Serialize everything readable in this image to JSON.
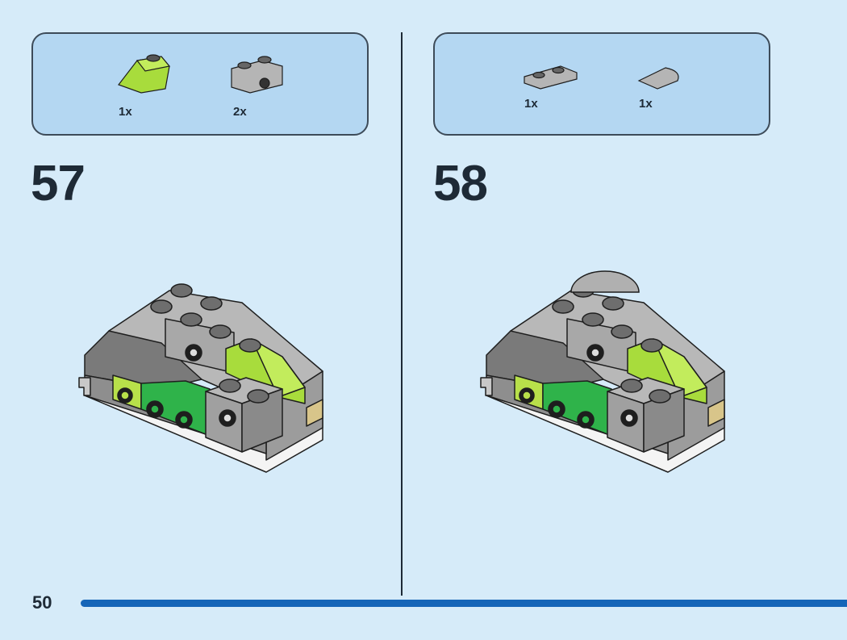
{
  "steps": [
    {
      "number": "57",
      "parts": [
        {
          "name": "lime-slope-brick",
          "count": "1x"
        },
        {
          "name": "gray-technic-brick-1x2",
          "count": "2x"
        }
      ]
    },
    {
      "number": "58",
      "parts": [
        {
          "name": "gray-plate-1x2",
          "count": "1x"
        },
        {
          "name": "gray-round-tile-half",
          "count": "1x"
        }
      ]
    }
  ],
  "page_number": "50",
  "colors": {
    "background": "#d6ebf9",
    "panel": "#b4d7f2",
    "accent": "#1565b8",
    "lime": "#a8dc3c",
    "green": "#2fb34a",
    "gray": "#a8a8a8"
  }
}
